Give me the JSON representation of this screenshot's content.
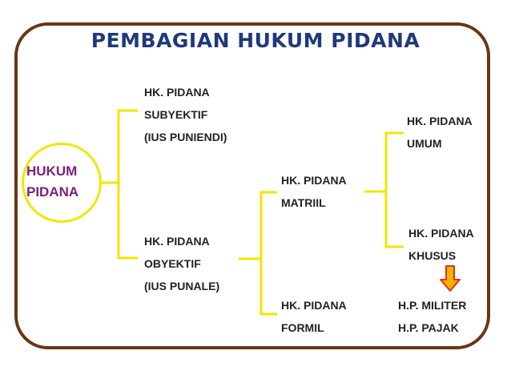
{
  "title": "PEMBAGIAN HUKUM PIDANA",
  "colors": {
    "frame": "#6b3513",
    "title": "#1f3a7a",
    "connector": "#f2e600",
    "root_text": "#7a1f7a",
    "arrow_fill": "#ffb000",
    "arrow_stroke": "#e0301e"
  },
  "root": {
    "lines": [
      "HUKUM",
      "PIDANA"
    ]
  },
  "nodes": {
    "subyektif": {
      "lines": [
        "HK. PIDANA",
        "SUBYEKTIF",
        "(IUS PUNIENDI)"
      ]
    },
    "obyektif": {
      "lines": [
        "HK. PIDANA",
        "OBYEKTIF",
        "(IUS PUNALE)"
      ]
    },
    "matriil": {
      "lines": [
        "HK. PIDANA",
        "MATRIIL"
      ]
    },
    "formil": {
      "lines": [
        "HK. PIDANA",
        "FORMIL"
      ]
    },
    "umum": {
      "lines": [
        "HK. PIDANA",
        "UMUM"
      ]
    },
    "khusus": {
      "lines": [
        "HK. PIDANA",
        "KHUSUS"
      ]
    },
    "khusus_examples": {
      "lines": [
        "H.P. MILITER",
        "H.P. PAJAK"
      ]
    }
  },
  "icons": {
    "arrow": "down-arrow-icon"
  }
}
